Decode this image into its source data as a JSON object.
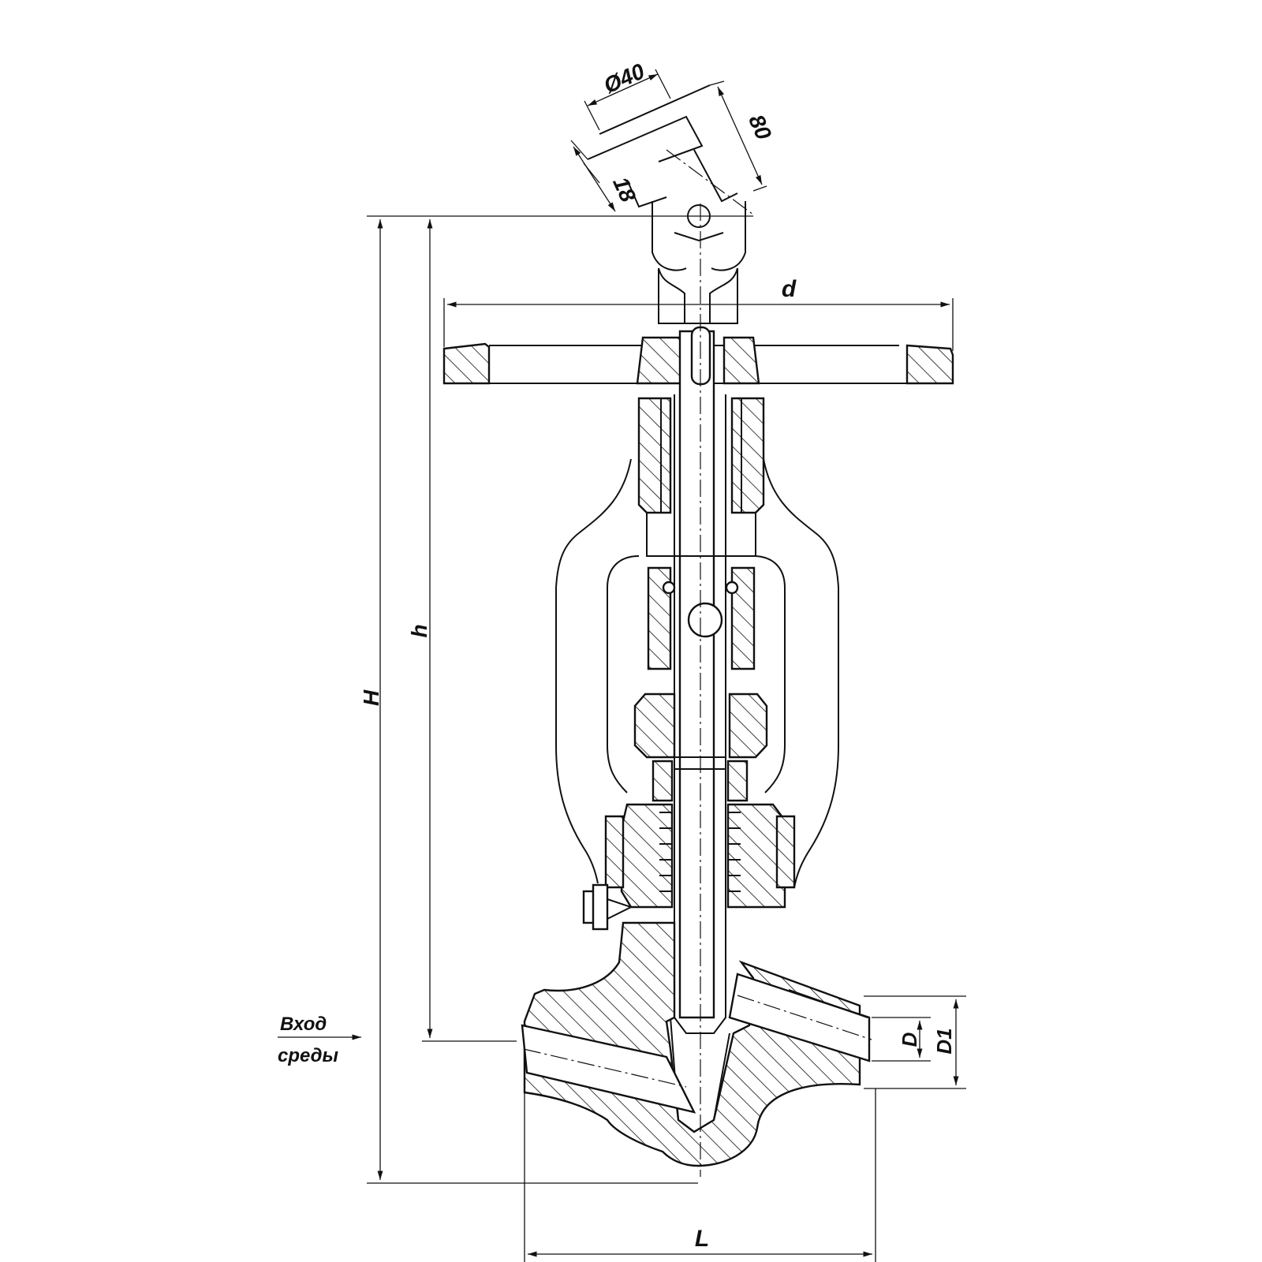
{
  "drawing": {
    "dimensions": {
      "H": "H",
      "h": "h",
      "d": "d",
      "L": "L",
      "D": "D",
      "D1": "D1",
      "diameter_40": "Ø40",
      "length_80": "80",
      "width_18": "18"
    },
    "inlet": {
      "line1": "Вход",
      "line2": "среды"
    }
  }
}
